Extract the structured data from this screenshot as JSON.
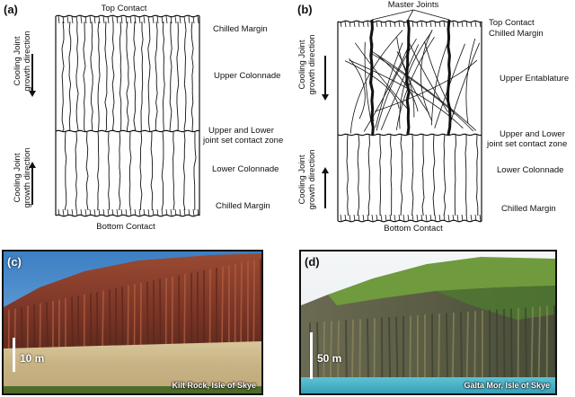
{
  "panel_a": {
    "letter": "(a)",
    "top_label": "Top Contact",
    "bottom_label": "Bottom Contact",
    "right_labels": {
      "chilled_margin_top": "Chilled Margin",
      "upper_colonnade": "Upper Colonnade",
      "contact_zone_line1": "Upper and Lower",
      "contact_zone_line2": "joint set contact zone",
      "lower_colonnade": "Lower Colonnade",
      "chilled_margin_bottom": "Chilled Margin"
    },
    "left_labels": {
      "upper_line1": "Cooling Joint",
      "upper_line2": "growth direction",
      "lower_line1": "Cooling Joint",
      "lower_line2": "growth direction"
    }
  },
  "panel_b": {
    "letter": "(b)",
    "master_joints": "Master Joints",
    "bottom_label": "Bottom Contact",
    "right_labels": {
      "top_contact": "Top Contact",
      "chilled_margin_top": "Chilled Margin",
      "upper_entablature": "Upper Entablature",
      "contact_zone_line1": "Upper and Lower",
      "contact_zone_line2": "joint set contact zone",
      "lower_colonnade": "Lower Colonnade",
      "chilled_margin_bottom": "Chilled Margin"
    },
    "left_labels": {
      "upper_line1": "Cooling Joint",
      "upper_line2": "growth direction",
      "lower_line1": "Cooling Joint",
      "lower_line2": "growth direction"
    }
  },
  "panel_c": {
    "letter": "(c)",
    "scale": "10 m",
    "location": "Kilt Rock, Isle of Skye"
  },
  "panel_d": {
    "letter": "(d)",
    "scale": "50 m",
    "location": "Galta Mor, Isle of Skye"
  },
  "colors": {
    "line": "#1a1a1a",
    "rock_red": "#8a3b2a",
    "sky_blue": "#4a8fd0",
    "grass_green": "#5c8a3a",
    "sea_cyan": "#4fb3c8"
  }
}
